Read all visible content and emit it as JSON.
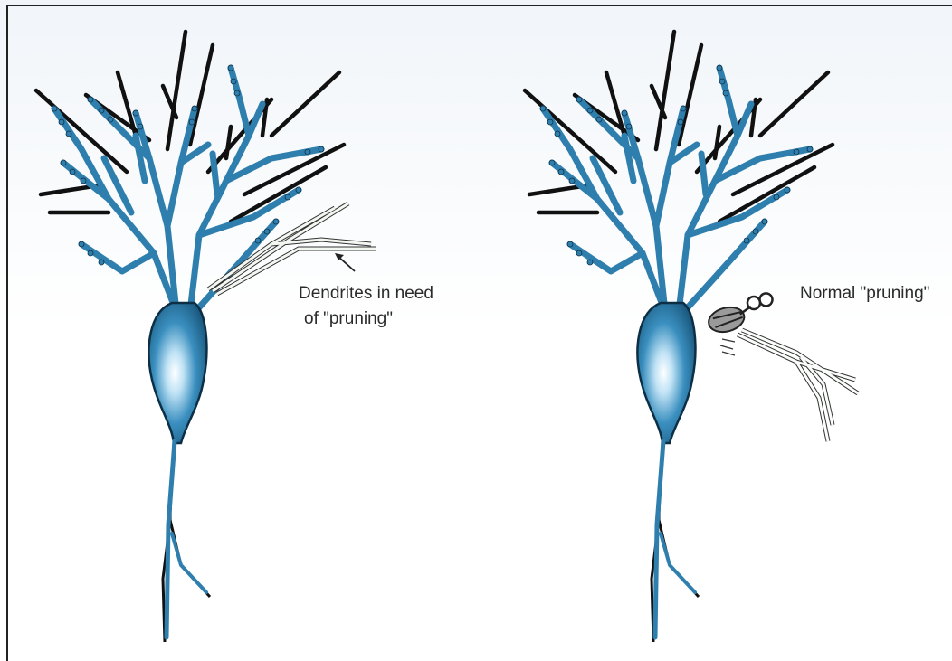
{
  "panels": [
    {
      "label_lines": [
        "Dendrites in need",
        "of \"pruning\""
      ]
    },
    {
      "label_lines": [
        "Normal \"pruning\""
      ]
    }
  ],
  "colors": {
    "neuron_fill": "#2f7fae",
    "neuron_dark": "#123a55",
    "soma_highlight": "#ffffff",
    "pruned_dendrite": "#ffffff",
    "outline": "#111111",
    "frame": "#222222"
  },
  "icons": [
    "neuron-left",
    "neuron-right",
    "scissors-icon",
    "arrow-icon"
  ]
}
